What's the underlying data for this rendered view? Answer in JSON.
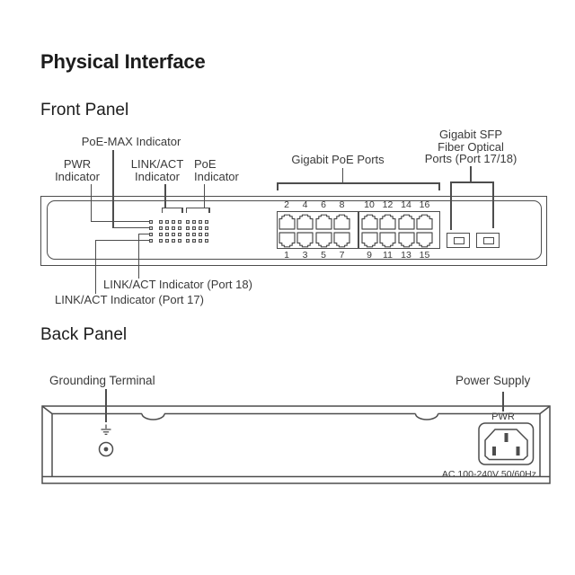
{
  "page": {
    "title": "Physical Interface"
  },
  "front": {
    "heading": "Front Panel",
    "labels": {
      "poe_max": "PoE-MAX Indicator",
      "pwr_line1": "PWR",
      "pwr_line2": "Indicator",
      "linkact_line1": "LINK/ACT",
      "linkact_line2": "Indicator",
      "poe_line1": "PoE",
      "poe_line2": "Indicator",
      "gigabit_poe_ports": "Gigabit PoE Ports",
      "sfp_line1": "Gigabit SFP",
      "sfp_line2": "Fiber Optical",
      "sfp_line3": "Ports (Port 17/18)",
      "port18": "LINK/ACT Indicator (Port 18)",
      "port17": "LINK/ACT Indicator (Port 17)"
    },
    "port_numbers_top": [
      "2",
      "4",
      "6",
      "8",
      "10",
      "12",
      "14",
      "16"
    ],
    "port_numbers_bottom": [
      "1",
      "3",
      "5",
      "7",
      "9",
      "11",
      "13",
      "15"
    ],
    "led_grid": {
      "rows": 4,
      "cols": 9
    }
  },
  "back": {
    "heading": "Back Panel",
    "labels": {
      "grounding": "Grounding Terminal",
      "power_supply": "Power Supply",
      "pwr": "PWR",
      "ac_rating": "AC 100-240V 50/60Hz"
    }
  },
  "colors": {
    "line": "#4d4d4d",
    "text": "#3a3a3a",
    "heading": "#1c1c1c"
  }
}
